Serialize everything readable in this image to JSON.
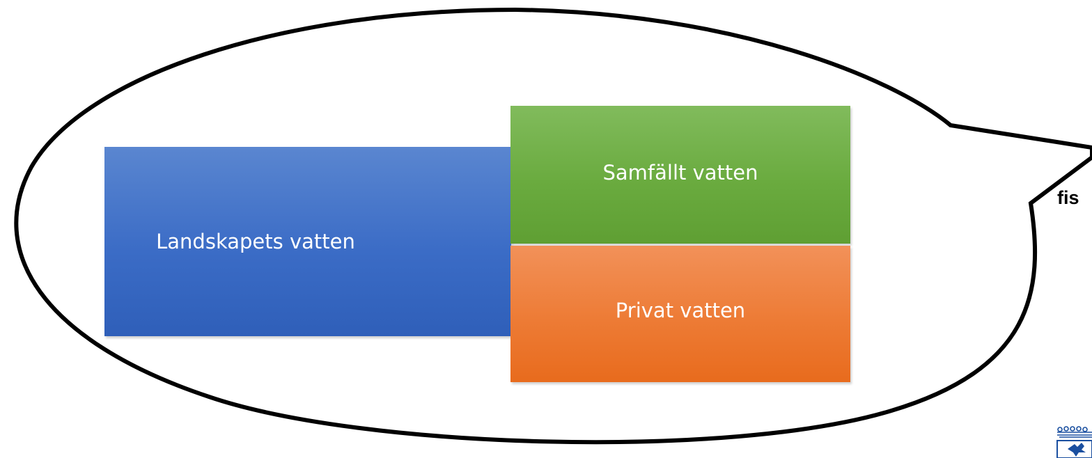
{
  "diagram": {
    "boxes": {
      "landskapets": "Landskapets vatten",
      "samfallt": "Samfällt vatten",
      "privat": "Privat vatten"
    },
    "partial_side_text": "fis"
  },
  "colors": {
    "landskapets": "#3b6cc6",
    "samfallt": "#6aab3f",
    "privat": "#ed7b35",
    "outline": "#000000",
    "emblem_blue": "#1a4fa0"
  },
  "icons": {
    "speech_bubble": "speech-bubble-outline",
    "emblem": "coat-of-arms-emblem"
  }
}
